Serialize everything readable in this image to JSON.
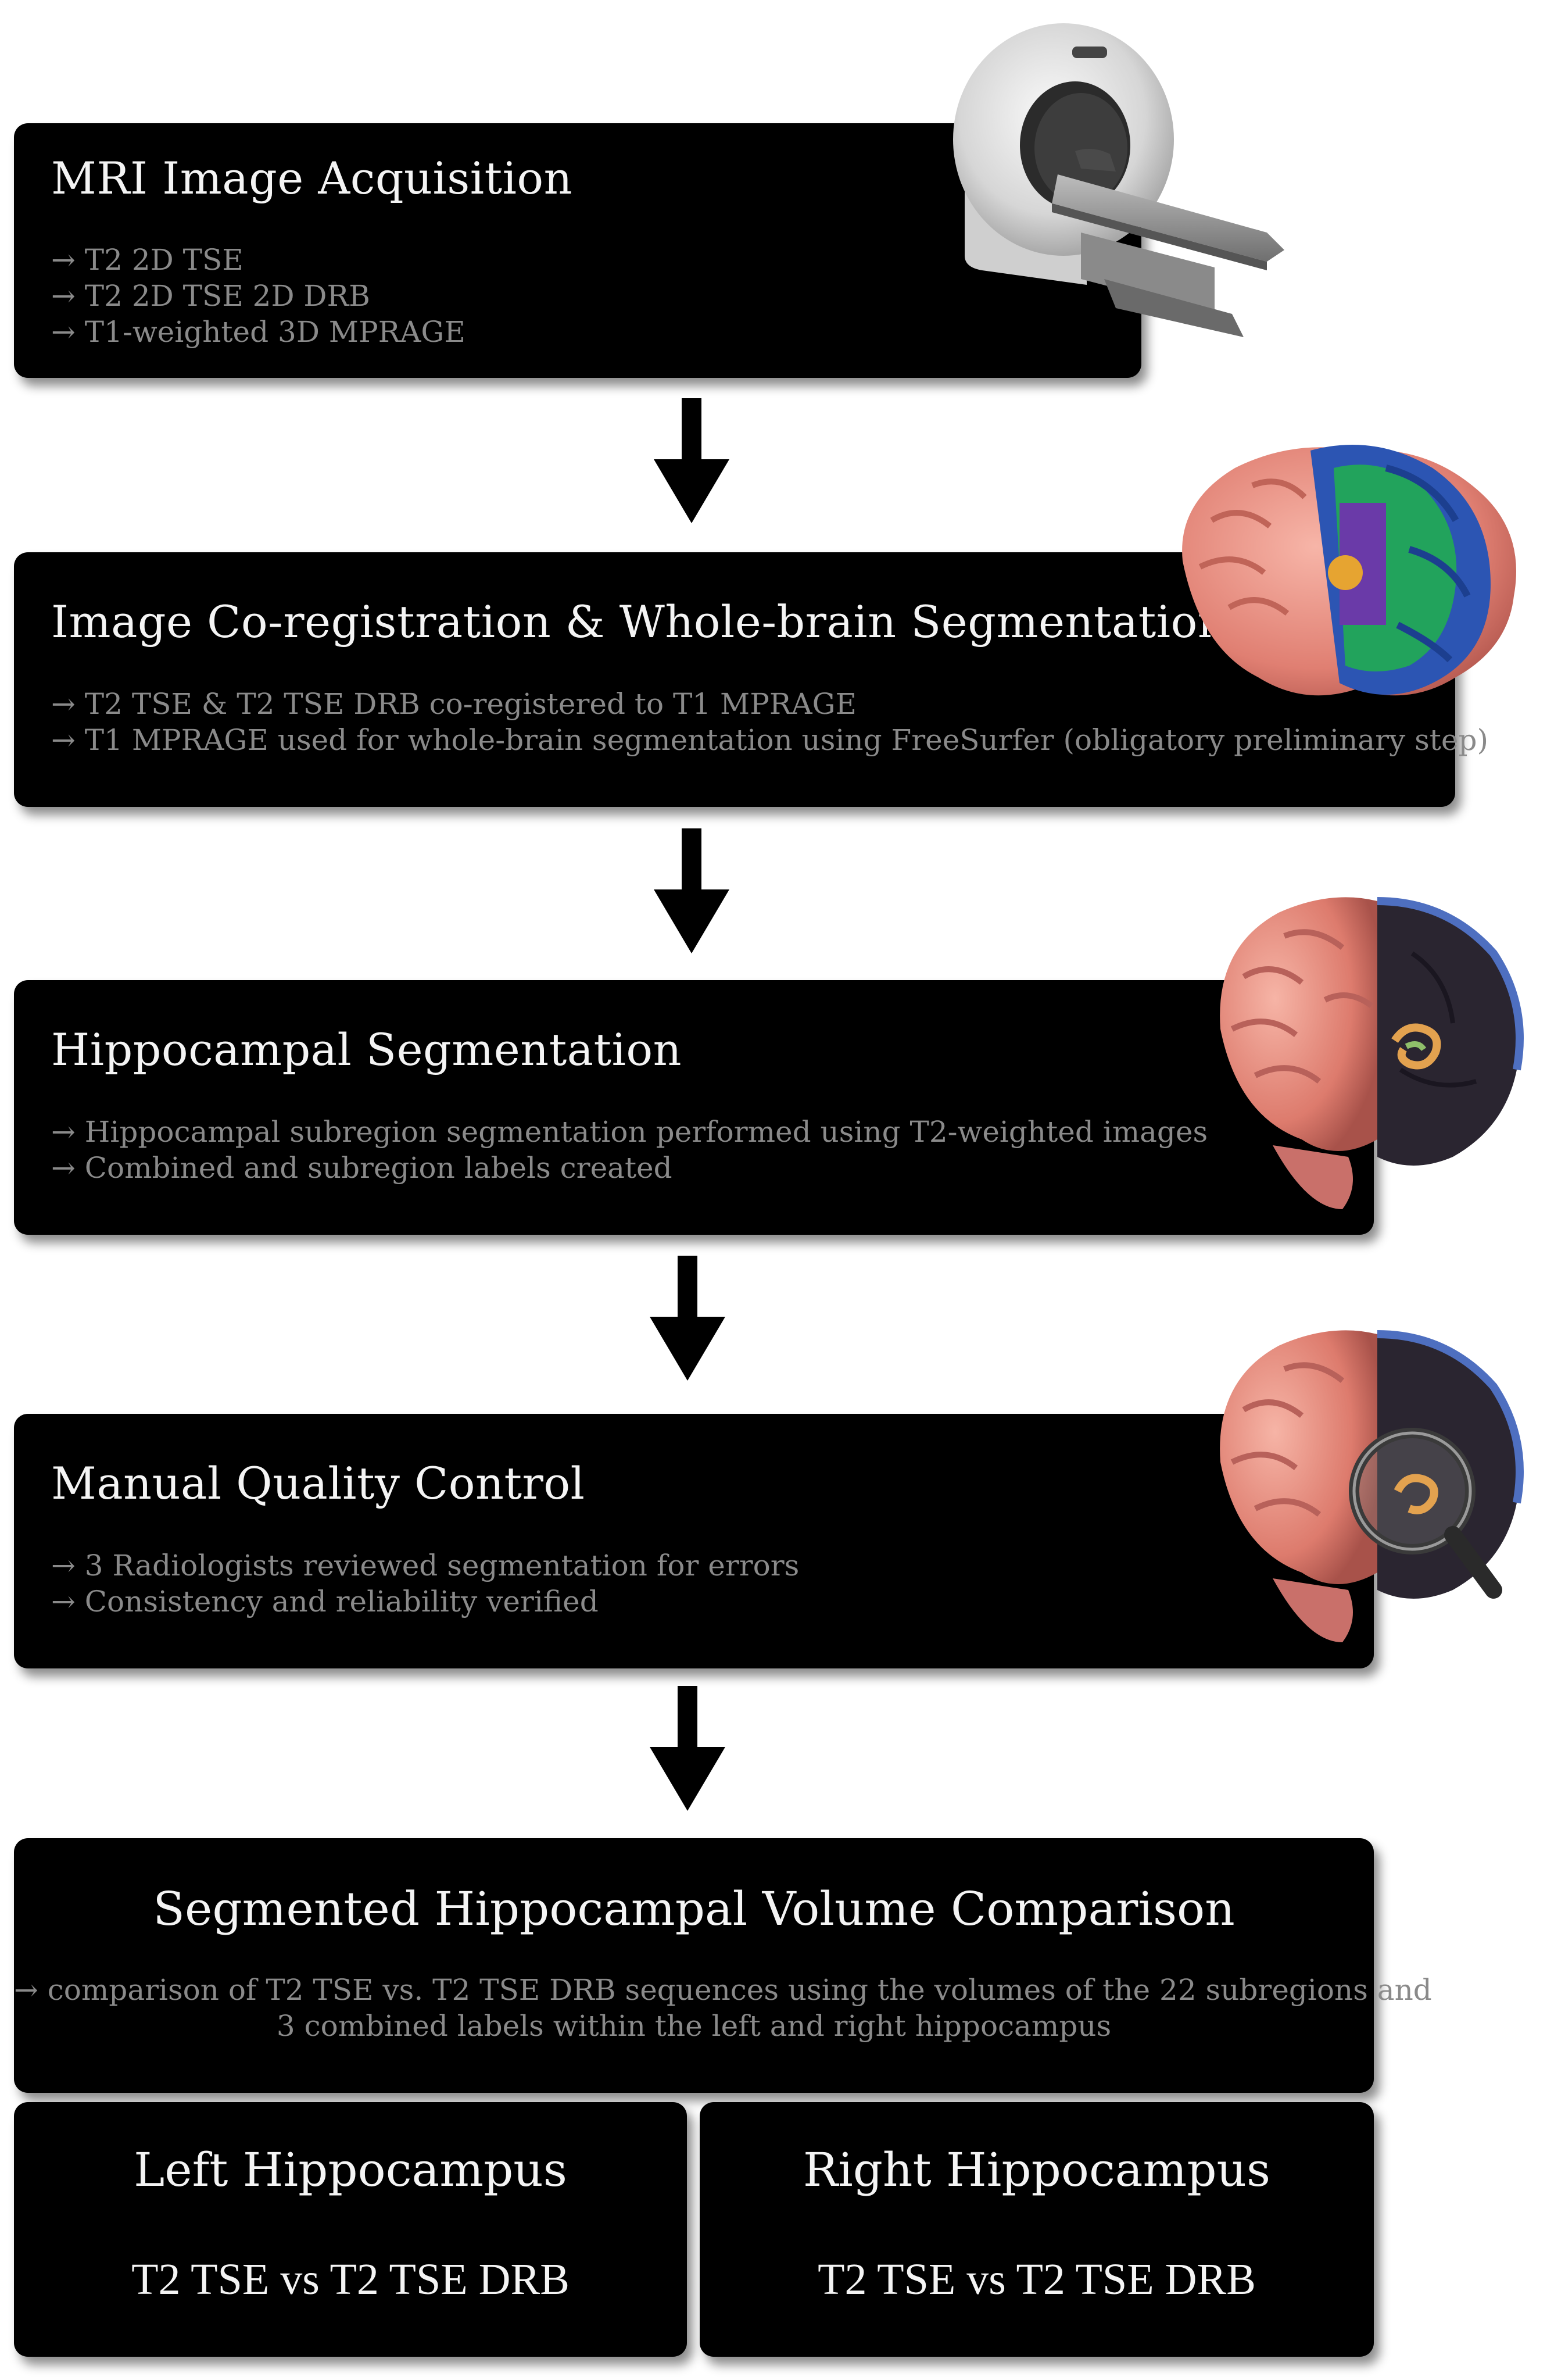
{
  "steps": [
    {
      "title": "MRI Image Acquisition",
      "lines": [
        "→ T2 2D TSE",
        "→ T2 2D TSE 2D DRB",
        "→ T1-weighted 3D MPRAGE"
      ],
      "icon": "mri-scanner-icon"
    },
    {
      "title": "Image Co-registration & Whole-brain Segmentation",
      "lines": [
        "→ T2 TSE & T2 TSE DRB co-registered to T1 MPRAGE",
        "→ T1 MPRAGE used for whole-brain segmentation using FreeSurfer (obligatory preliminary step)"
      ],
      "icon": "segmented-brain-icon"
    },
    {
      "title": "Hippocampal Segmentation",
      "lines": [
        "→ Hippocampal subregion segmentation performed using T2-weighted images",
        "→ Combined and subregion labels created"
      ],
      "icon": "hippocampus-brain-icon"
    },
    {
      "title": "Manual Quality Control",
      "lines": [
        "→ 3 Radiologists reviewed segmentation for errors",
        "→ Consistency and reliability verified"
      ],
      "icon": "magnifier-brain-icon"
    },
    {
      "title": "Segmented Hippocampal Volume Comparison",
      "lines": [
        "→ comparison of T2 TSE vs. T2 TSE DRB sequences using the volumes of the 22 subregions and",
        "3 combined labels within the left and right hippocampus"
      ]
    }
  ],
  "results": {
    "left": {
      "title": "Left Hippocampus",
      "comparison": "T2 TSE vs T2 TSE DRB"
    },
    "right": {
      "title": "Right Hippocampus",
      "comparison": "T2 TSE vs T2 TSE DRB"
    }
  },
  "colors": {
    "box": "#000000",
    "title_text": "#f4f4f4",
    "detail_text": "#8a8a8a",
    "arrow": "#000000"
  }
}
